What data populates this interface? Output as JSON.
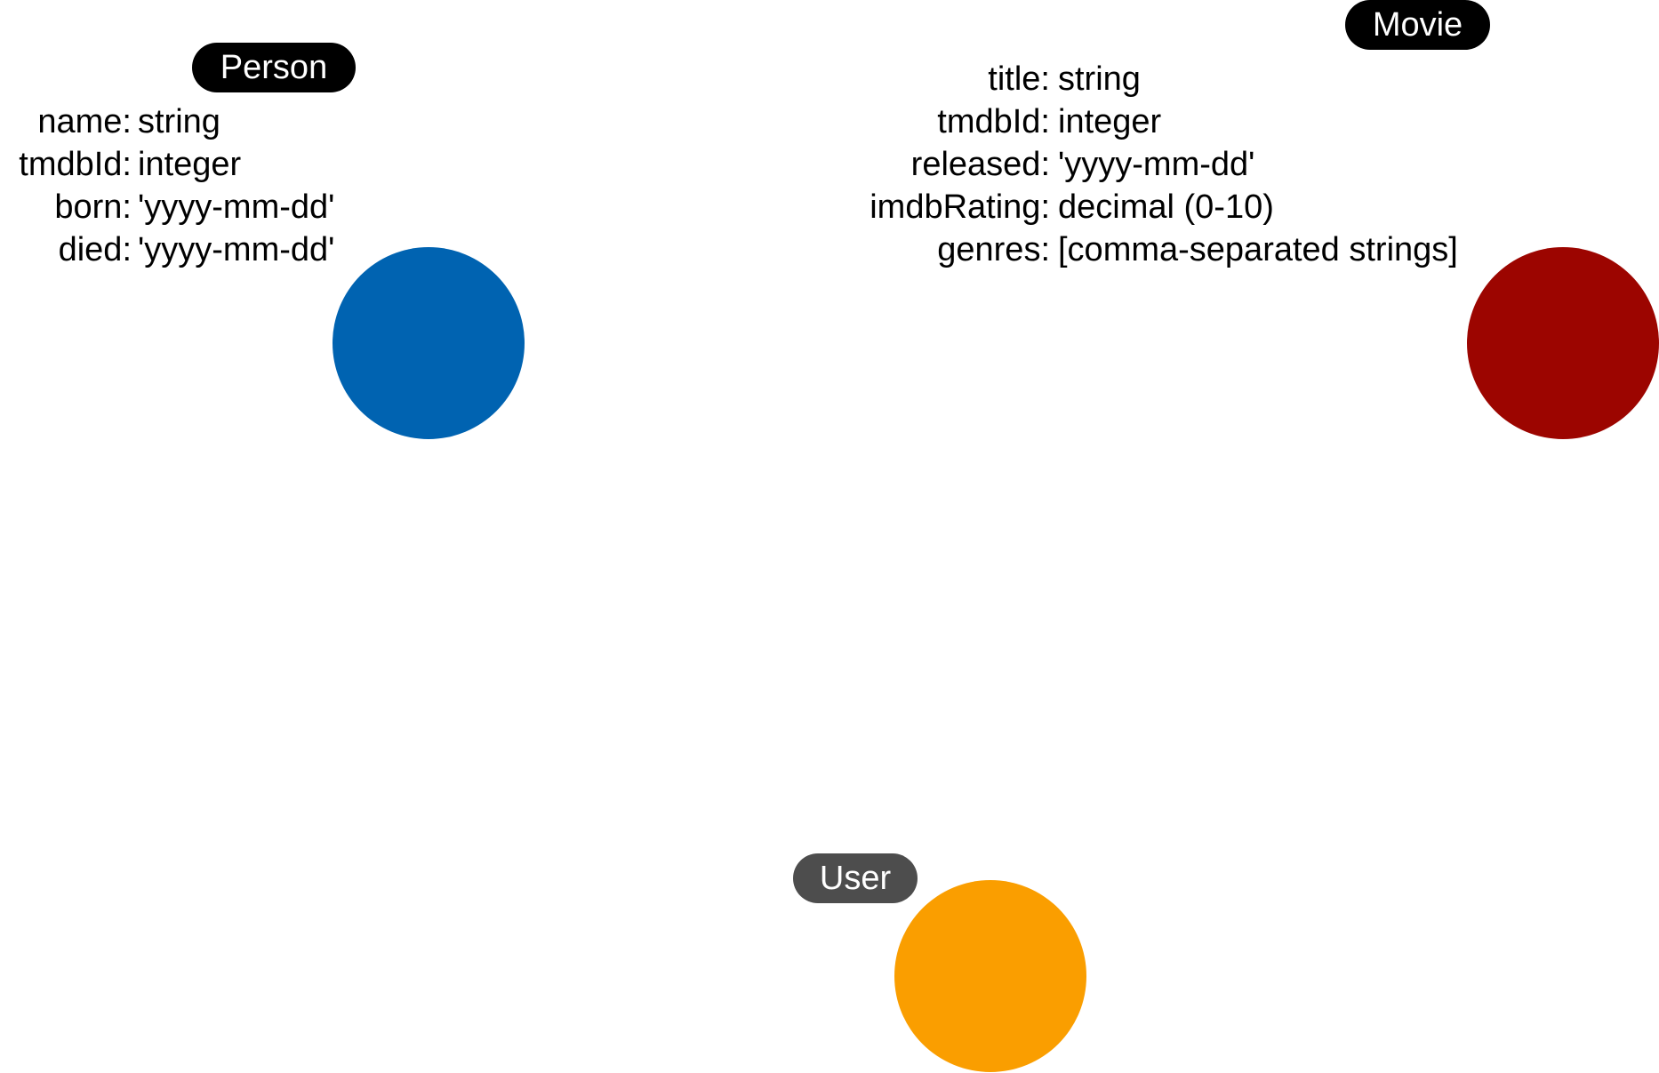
{
  "nodes": {
    "person": {
      "label": "Person",
      "label_bg": "#000000",
      "color": "#0063b1",
      "properties": [
        {
          "key": "name:",
          "value": "string"
        },
        {
          "key": "tmdbId:",
          "value": "integer"
        },
        {
          "key": "born:",
          "value": "'yyyy-mm-dd'"
        },
        {
          "key": "died:",
          "value": "'yyyy-mm-dd'"
        }
      ]
    },
    "movie": {
      "label": "Movie",
      "label_bg": "#000000",
      "color": "#9c0500",
      "properties": [
        {
          "key": "title:",
          "value": "string"
        },
        {
          "key": "tmdbId:",
          "value": "integer"
        },
        {
          "key": "released:",
          "value": "'yyyy-mm-dd'"
        },
        {
          "key": "imdbRating:",
          "value": "decimal (0-10)"
        },
        {
          "key": "genres:",
          "value": "[comma-separated strings]"
        }
      ]
    },
    "user": {
      "label": "User",
      "label_bg": "#4d4d4d",
      "color": "#fa9e00",
      "properties": []
    }
  }
}
